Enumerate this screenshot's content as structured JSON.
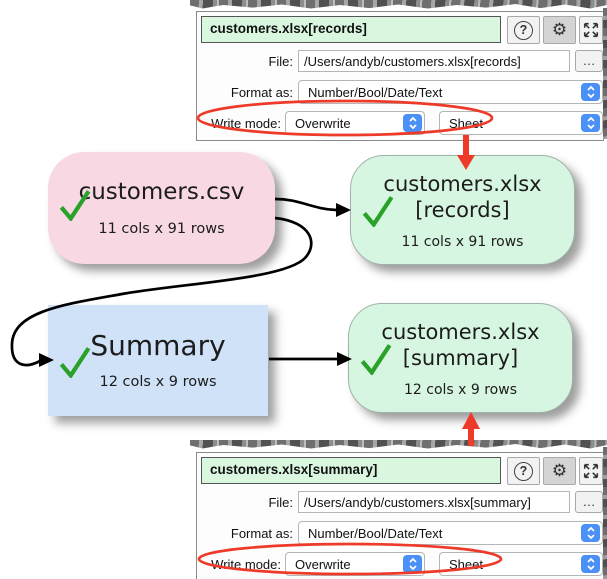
{
  "panels": [
    {
      "title": "customers.xlsx[records]",
      "file_label": "File:",
      "file_value": "/Users/andyb/customers.xlsx[records]",
      "browse_label": "…",
      "format_label": "Format as:",
      "format_value": "Number/Bool/Date/Text",
      "write_mode_label": "Write mode:",
      "write_mode_value": "Overwrite",
      "write_target_value": "Sheet"
    },
    {
      "title": "customers.xlsx[summary]",
      "file_label": "File:",
      "file_value": "/Users/andyb/customers.xlsx[summary]",
      "browse_label": "…",
      "format_label": "Format as:",
      "format_value": "Number/Bool/Date/Text",
      "write_mode_label": "Write mode:",
      "write_mode_value": "Overwrite",
      "write_target_value": "Sheet"
    }
  ],
  "nodes": [
    {
      "title": "customers.csv",
      "title2": "",
      "subtitle": "11 cols x 91 rows"
    },
    {
      "title": "customers.xlsx",
      "title2": "[records]",
      "subtitle": "11 cols x 91 rows"
    },
    {
      "title": "Summary",
      "title2": "",
      "subtitle": "12 cols x 9 rows"
    },
    {
      "title": "customers.xlsx",
      "title2": "[summary]",
      "subtitle": "12 cols x 9 rows"
    }
  ],
  "icons": {
    "help": "?",
    "gear": "⚙"
  },
  "colors": {
    "node_pink": "#f8d8e2",
    "node_green": "#d7f6e2",
    "node_blue": "#cfe2f7",
    "title_green": "#d9f7df",
    "annotation_red": "#ee3a29",
    "stepper_blue": "#4a90f6",
    "check_green": "#2aa22a"
  }
}
